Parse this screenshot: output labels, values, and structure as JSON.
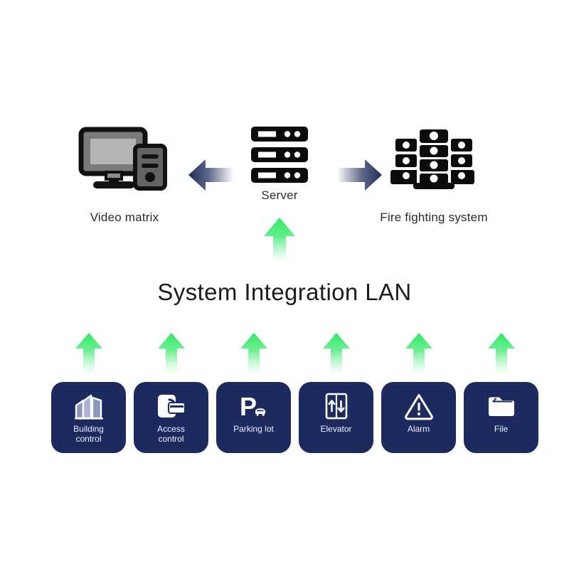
{
  "title": "System Integration LAN",
  "colors": {
    "card_navy": "#1c2a60",
    "arrow_green": "#3ce86a",
    "arrow_navy": "#26325f",
    "label_text": "#2b2b2b",
    "card_text": "#eef1fa",
    "background": "#ffffff"
  },
  "top_nodes": [
    {
      "id": "video-matrix",
      "label": "Video matrix",
      "icon": "monitor-tower-icon"
    },
    {
      "id": "server",
      "label": "Server",
      "icon": "server-rack-icon"
    },
    {
      "id": "fire-fighting-system",
      "label": "Fire fighting system",
      "icon": "building-blocks-icon"
    }
  ],
  "connectors": [
    {
      "id": "server-to-video-matrix",
      "direction": "left",
      "color": "#26325f",
      "icon": "arrow-left-icon"
    },
    {
      "id": "server-to-fire-fighting",
      "direction": "right",
      "color": "#26325f",
      "icon": "arrow-right-icon"
    },
    {
      "id": "lan-to-server",
      "direction": "up",
      "color": "#3ce86a",
      "icon": "arrow-up-icon"
    }
  ],
  "cards": [
    {
      "id": "building-control",
      "label": "Building\ncontrol",
      "icon": "buildings-icon"
    },
    {
      "id": "access-control",
      "label": "Access\ncontrol",
      "icon": "card-reader-icon"
    },
    {
      "id": "parking-lot",
      "label": "Parking lot",
      "icon": "parking-car-icon"
    },
    {
      "id": "elevator",
      "label": "Elevator",
      "icon": "elevator-doors-icon"
    },
    {
      "id": "alarm",
      "label": "Alarm",
      "icon": "warning-triangle-icon"
    },
    {
      "id": "file",
      "label": "File",
      "icon": "folder-icon"
    }
  ]
}
